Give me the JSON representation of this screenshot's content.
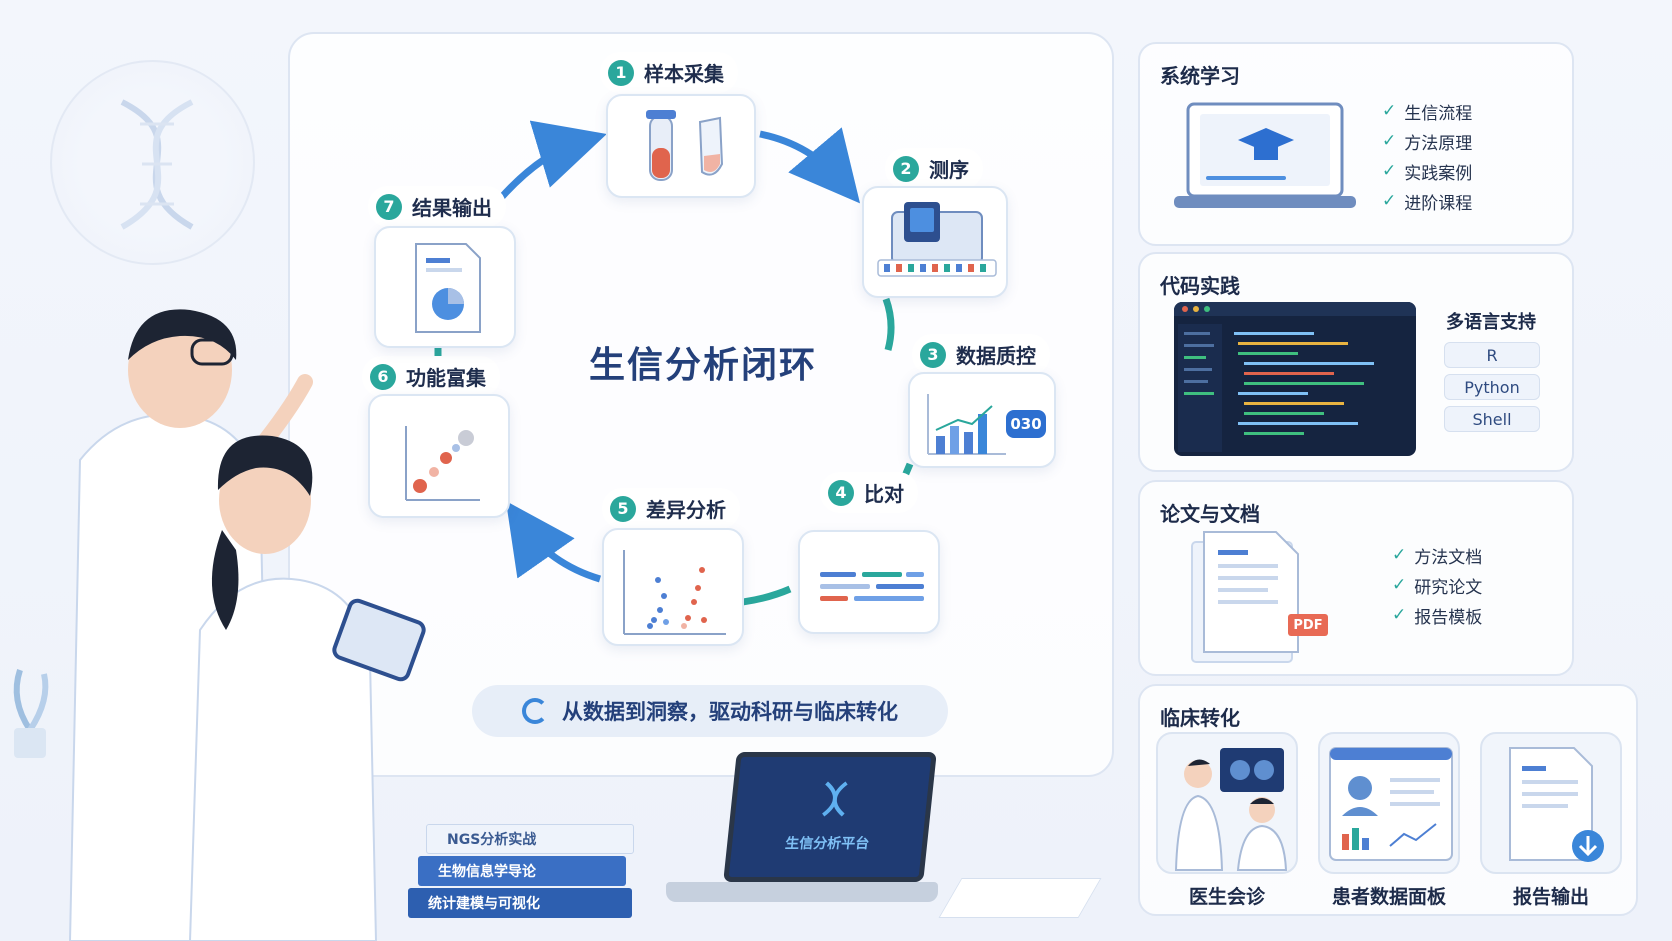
{
  "workflow": {
    "title": "生信分析闭环",
    "tagline": "从数据到洞察，驱动科研与临床转化",
    "steps": [
      {
        "num": "1",
        "label": "样本采集"
      },
      {
        "num": "2",
        "label": "测序"
      },
      {
        "num": "3",
        "label": "数据质控"
      },
      {
        "num": "4",
        "label": "比对"
      },
      {
        "num": "5",
        "label": "差异分析"
      },
      {
        "num": "6",
        "label": "功能富集"
      },
      {
        "num": "7",
        "label": "结果输出"
      }
    ],
    "qc_badge": "030"
  },
  "learning": {
    "title": "系统学习",
    "items": [
      "生信流程",
      "方法原理",
      "实践案例",
      "进阶课程"
    ]
  },
  "code": {
    "title": "代码实践",
    "multi_lang": "多语言支持",
    "languages": [
      "R",
      "Python",
      "Shell"
    ]
  },
  "docs": {
    "title": "论文与文档",
    "items": [
      "方法文档",
      "研究论文",
      "报告模板"
    ],
    "pdf_label": "PDF"
  },
  "clinical": {
    "title": "临床转化",
    "tiles": [
      "医生会诊",
      "患者数据面板",
      "报告输出"
    ]
  },
  "laptop": {
    "screen_label": "生信分析平台"
  },
  "books": [
    "NGS分析实战",
    "生物信息学导论",
    "统计建模与可视化"
  ],
  "colors": {
    "teal": "#2aa79c",
    "blue": "#3a86d9",
    "navy": "#24407a",
    "red": "#e0644d"
  }
}
